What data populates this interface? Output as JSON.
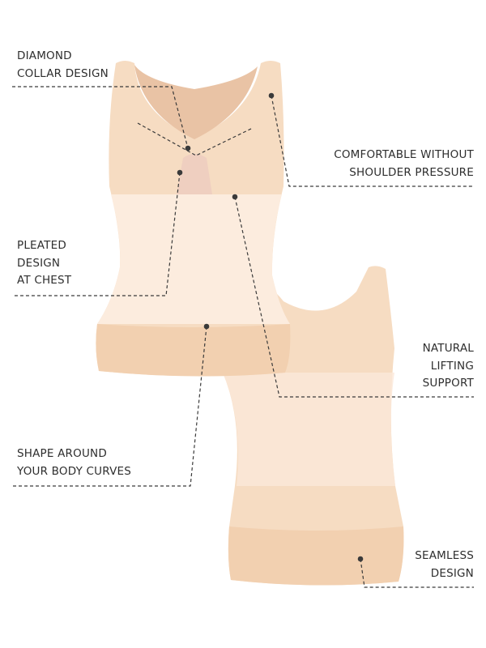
{
  "colors": {
    "fabric": "#f6dcc2",
    "fabric_light": "#fbeadb",
    "band": "#f2d2b4",
    "inner": "#e9c3a5",
    "line": "#3a3a3a"
  },
  "callouts": [
    {
      "id": "diamond-collar",
      "lines": [
        "DIAMOND",
        "COLLAR DESIGN"
      ]
    },
    {
      "id": "shoulder",
      "lines": [
        "COMFORTABLE WITHOUT",
        "SHOULDER PRESSURE"
      ]
    },
    {
      "id": "pleated",
      "lines": [
        "PLEATED",
        "DESIGN",
        "AT CHEST"
      ]
    },
    {
      "id": "lifting",
      "lines": [
        "NATURAL",
        "LIFTING",
        "SUPPORT"
      ]
    },
    {
      "id": "shape",
      "lines": [
        "SHAPE AROUND",
        "YOUR BODY CURVES"
      ]
    },
    {
      "id": "seamless",
      "lines": [
        "SEAMLESS",
        "DESIGN"
      ]
    }
  ]
}
